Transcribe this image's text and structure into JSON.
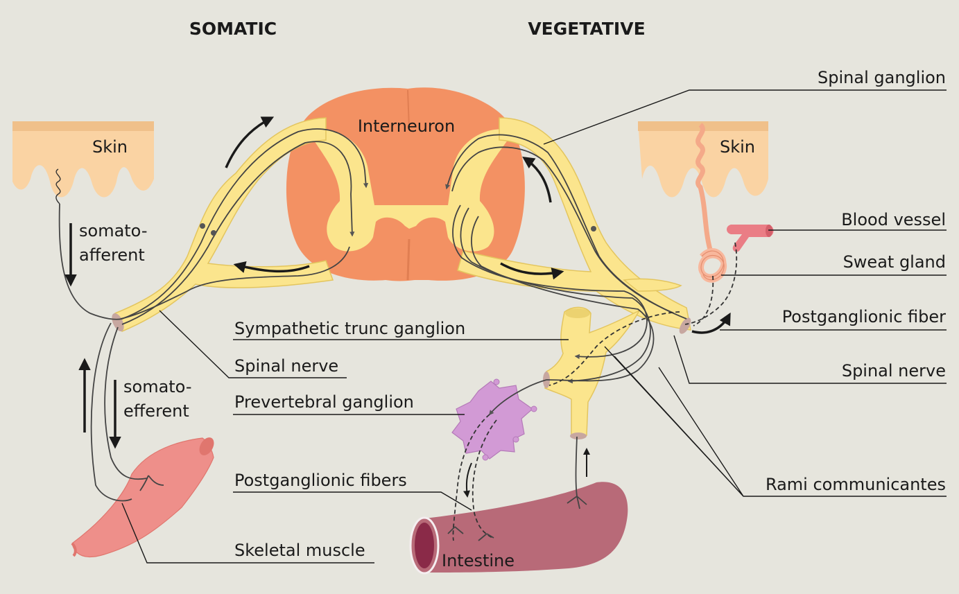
{
  "headings": {
    "somatic": "SOMATIC",
    "vegetative": "VEGETATIVE"
  },
  "labels": {
    "interneuron": "Interneuron",
    "skin_left": "Skin",
    "skin_right": "Skin",
    "somato_afferent_1": "somato-",
    "somato_afferent_2": "afferent",
    "somato_efferent_1": "somato-",
    "somato_efferent_2": "efferent",
    "spinal_ganglion": "Spinal ganglion",
    "blood_vessel": "Blood vessel",
    "sweat_gland": "Sweat gland",
    "postganglionic_fiber": "Postganglionic fiber",
    "spinal_nerve_right": "Spinal nerve",
    "rami_communicantes": "Rami communicantes",
    "sympathetic_trunc_ganglion": "Sympathetic trunc ganglion",
    "spinal_nerve_left": "Spinal nerve",
    "prevertebral_ganglion": "Prevertebral ganglion",
    "postganglionic_fibers": "Postganglionic fibers",
    "skeletal_muscle": "Skeletal muscle",
    "intestine": "Intestine"
  },
  "colors": {
    "background": "#e6e5dd",
    "spinal_cord": "#f39163",
    "grey_matter": "#fbe58d",
    "nerve": "#fbe58d",
    "nerve_edge": "#e3c55e",
    "skin_surface": "#f0c08a",
    "skin_body": "#fad3a3",
    "muscle": "#ee8f8a",
    "prevertebral_ganglion": "#d29ad5",
    "intestine": "#b86a78",
    "intestine_lumen": "#8a2a48",
    "blood_vessel": "#ea7d85",
    "sweat_gland": "#f8b79c",
    "arrow": "#1a1a1a"
  }
}
